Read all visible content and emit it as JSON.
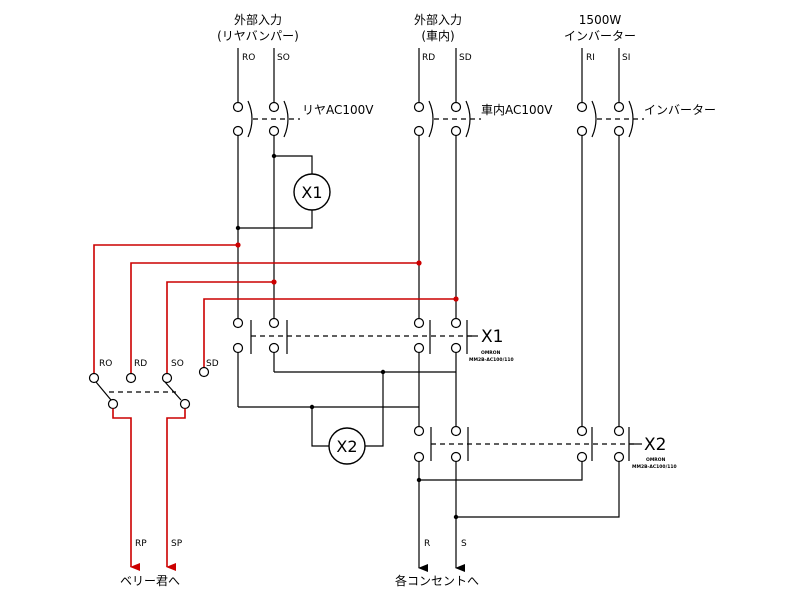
{
  "inputs": {
    "rear": {
      "line1": "外部入力",
      "line2": "(リヤバンパー)",
      "t1": "RO",
      "t2": "SO",
      "breaker": "リヤAC100V"
    },
    "car": {
      "line1": "外部入力",
      "line2": "(車内)",
      "t1": "RD",
      "t2": "SD",
      "breaker": "車内AC100V"
    },
    "inv": {
      "line1": "1500W",
      "line2": "インバーター",
      "t1": "RI",
      "t2": "SI",
      "breaker": "インバーター"
    }
  },
  "relays": {
    "x1": {
      "label": "X1",
      "maker": "OMRON",
      "model": "MM2B-AC100/110"
    },
    "x2": {
      "label": "X2",
      "maker": "OMRON",
      "model": "MM2B-AC100/110"
    }
  },
  "selector": {
    "labels": [
      "RO",
      "RD",
      "SO",
      "SD"
    ]
  },
  "outputs": {
    "berry": {
      "t1": "RP",
      "t2": "SP",
      "dest": "ベリー君へ"
    },
    "outlets": {
      "t1": "R",
      "t2": "S",
      "dest": "各コンセントへ"
    }
  },
  "colors": {
    "wire": "#000000",
    "selector_wire": "#cc0000"
  }
}
